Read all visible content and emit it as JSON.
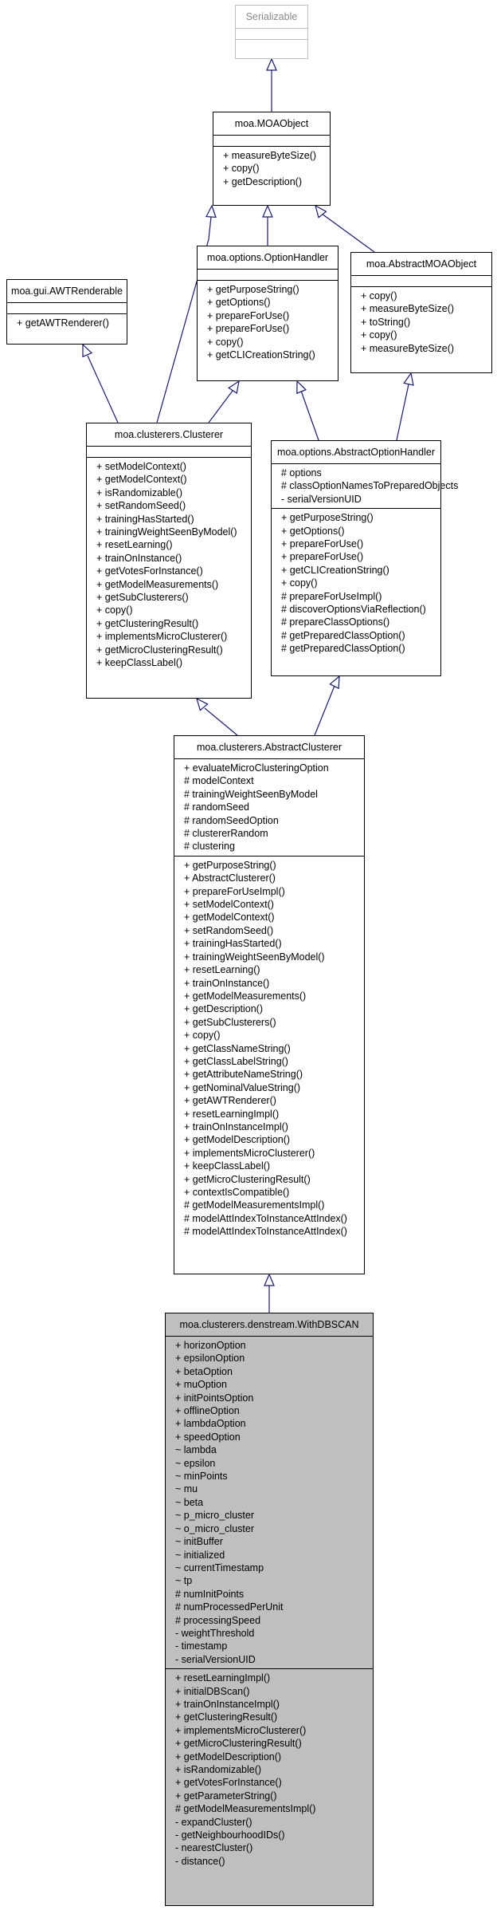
{
  "classes": {
    "serializable": {
      "name": "Serializable",
      "attributes": [],
      "operations": []
    },
    "moa_object": {
      "name": "moa.MOAObject",
      "attributes": [],
      "operations": [
        "+ measureByteSize()",
        "+ copy()",
        "+ getDescription()"
      ]
    },
    "awt_renderable": {
      "name": "moa.gui.AWTRenderable",
      "attributes": [],
      "operations": [
        "+ getAWTRenderer()"
      ]
    },
    "option_handler": {
      "name": "moa.options.OptionHandler",
      "attributes": [],
      "operations": [
        "+ getPurposeString()",
        "+ getOptions()",
        "+ prepareForUse()",
        "+ prepareForUse()",
        "+ copy()",
        "+ getCLICreationString()"
      ]
    },
    "abstract_moa_object": {
      "name": "moa.AbstractMOAObject",
      "attributes": [],
      "operations": [
        "+ copy()",
        "+ measureByteSize()",
        "+ toString()",
        "+ copy()",
        "+ measureByteSize()"
      ]
    },
    "clusterer": {
      "name": "moa.clusterers.Clusterer",
      "attributes": [],
      "operations": [
        "+ setModelContext()",
        "+ getModelContext()",
        "+ isRandomizable()",
        "+ setRandomSeed()",
        "+ trainingHasStarted()",
        "+ trainingWeightSeenByModel()",
        "+ resetLearning()",
        "+ trainOnInstance()",
        "+ getVotesForInstance()",
        "+ getModelMeasurements()",
        "+ getSubClusterers()",
        "+ copy()",
        "+ getClusteringResult()",
        "+ implementsMicroClusterer()",
        "+ getMicroClusteringResult()",
        "+ keepClassLabel()"
      ]
    },
    "abstract_option_handler": {
      "name": "moa.options.AbstractOptionHandler",
      "attributes": [
        "# options",
        "# classOptionNamesToPreparedObjects",
        "- serialVersionUID"
      ],
      "operations": [
        "+ getPurposeString()",
        "+ getOptions()",
        "+ prepareForUse()",
        "+ prepareForUse()",
        "+ getCLICreationString()",
        "+ copy()",
        "# prepareForUseImpl()",
        "# discoverOptionsViaReflection()",
        "# prepareClassOptions()",
        "# getPreparedClassOption()",
        "# getPreparedClassOption()"
      ]
    },
    "abstract_clusterer": {
      "name": "moa.clusterers.AbstractClusterer",
      "attributes": [
        "+ evaluateMicroClusteringOption",
        "# modelContext",
        "# trainingWeightSeenByModel",
        "# randomSeed",
        "# randomSeedOption",
        "# clustererRandom",
        "# clustering"
      ],
      "operations": [
        "+ getPurposeString()",
        "+ AbstractClusterer()",
        "+ prepareForUseImpl()",
        "+ setModelContext()",
        "+ getModelContext()",
        "+ setRandomSeed()",
        "+ trainingHasStarted()",
        "+ trainingWeightSeenByModel()",
        "+ resetLearning()",
        "+ trainOnInstance()",
        "+ getModelMeasurements()",
        "+ getDescription()",
        "+ getSubClusterers()",
        "+ copy()",
        "+ getClassNameString()",
        "+ getClassLabelString()",
        "+ getAttributeNameString()",
        "+ getNominalValueString()",
        "+ getAWTRenderer()",
        "+ resetLearningImpl()",
        "+ trainOnInstanceImpl()",
        "+ getModelDescription()",
        "+ implementsMicroClusterer()",
        "+ keepClassLabel()",
        "+ getMicroClusteringResult()",
        "+ contextIsCompatible()",
        "# getModelMeasurementsImpl()",
        "# modelAttIndexToInstanceAttIndex()",
        "# modelAttIndexToInstanceAttIndex()"
      ]
    },
    "with_dbscan": {
      "name": "moa.clusterers.denstream.WithDBSCAN",
      "attributes": [
        "+ horizonOption",
        "+ epsilonOption",
        "+ betaOption",
        "+ muOption",
        "+ initPointsOption",
        "+ offlineOption",
        "+ lambdaOption",
        "+ speedOption",
        "~ lambda",
        "~ epsilon",
        "~ minPoints",
        "~ mu",
        "~ beta",
        "~ p_micro_cluster",
        "~ o_micro_cluster",
        "~ initBuffer",
        "~ initialized",
        "~ currentTimestamp",
        "~ tp",
        "# numInitPoints",
        "# numProcessedPerUnit",
        "# processingSpeed",
        "- weightThreshold",
        "- timestamp",
        "- serialVersionUID"
      ],
      "operations": [
        "+ resetLearningImpl()",
        "+ initialDBScan()",
        "+ trainOnInstanceImpl()",
        "+ getClusteringResult()",
        "+ implementsMicroClusterer()",
        "+ getMicroClusteringResult()",
        "+ getModelDescription()",
        "+ isRandomizable()",
        "+ getVotesForInstance()",
        "+ getParameterString()",
        "# getModelMeasurementsImpl()",
        "- expandCluster()",
        "- getNeighbourhoodIDs()",
        "- nearestCluster()",
        "- distance()"
      ]
    }
  },
  "colors": {
    "line": "#191970",
    "box_border": "#000000",
    "focus_fill": "#bfbfbf",
    "interface_border": "#bfbfbf"
  },
  "relations": [
    {
      "from": "moa_object",
      "to": "serializable",
      "type": "generalization"
    },
    {
      "from": "option_handler",
      "to": "moa_object",
      "type": "generalization"
    },
    {
      "from": "abstract_moa_object",
      "to": "moa_object",
      "type": "generalization"
    },
    {
      "from": "clusterer",
      "to": "moa_object",
      "type": "generalization"
    },
    {
      "from": "clusterer",
      "to": "awt_renderable",
      "type": "generalization"
    },
    {
      "from": "clusterer",
      "to": "option_handler",
      "type": "generalization"
    },
    {
      "from": "abstract_option_handler",
      "to": "option_handler",
      "type": "generalization"
    },
    {
      "from": "abstract_option_handler",
      "to": "abstract_moa_object",
      "type": "generalization"
    },
    {
      "from": "abstract_clusterer",
      "to": "clusterer",
      "type": "generalization"
    },
    {
      "from": "abstract_clusterer",
      "to": "abstract_option_handler",
      "type": "generalization"
    },
    {
      "from": "with_dbscan",
      "to": "abstract_clusterer",
      "type": "generalization"
    }
  ]
}
